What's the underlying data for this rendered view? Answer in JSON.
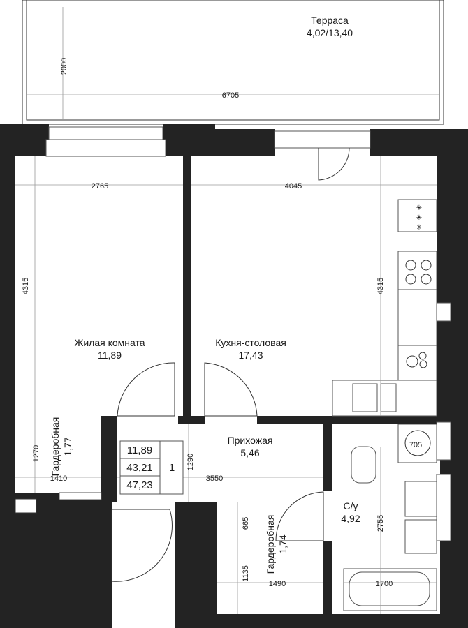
{
  "rooms": {
    "terrace": {
      "name": "Терраса",
      "area": "4,02/13,40"
    },
    "living": {
      "name": "Жилая комната",
      "area": "11,89"
    },
    "kitchen": {
      "name": "Кухня-столовая",
      "area": "17,43"
    },
    "hall": {
      "name": "Прихожая",
      "area": "5,46"
    },
    "bath": {
      "name": "С/у",
      "area": "4,92"
    },
    "wardrobe1": {
      "name": "Гардеробная",
      "area": "1,77"
    },
    "wardrobe2": {
      "name": "Гардеробная",
      "area": "1,74"
    }
  },
  "dimensions": {
    "terrace_height": "2000",
    "terrace_width": "6705",
    "living_width": "2765",
    "kitchen_width": "4045",
    "living_depth": "4315",
    "kitchen_depth": "4315",
    "wardrobe1_height": "1270",
    "wardrobe1_width": "1410",
    "hall_height": "1290",
    "hall_width": "3550",
    "wardrobe2_h1": "665",
    "wardrobe2_h2": "1135",
    "wardrobe2_width": "1490",
    "bath_height": "2755",
    "bath_width": "1700",
    "washer": "705"
  },
  "summary": {
    "living_area": "11,89",
    "total_area": "43,21",
    "total_with_terrace": "47,23",
    "rooms_count": "1"
  }
}
